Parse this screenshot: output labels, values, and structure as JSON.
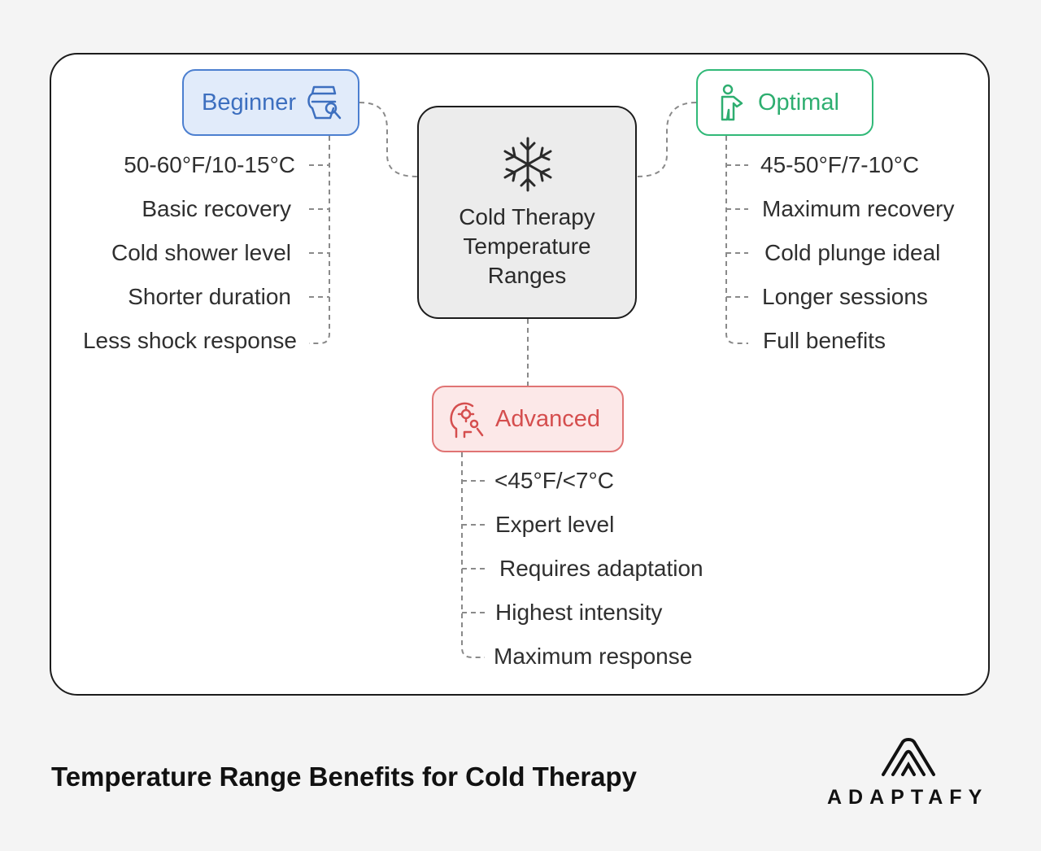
{
  "diagram": {
    "center_title": "Cold Therapy\nTemperature\nRanges",
    "center_icon": "snowflake-icon",
    "branches": {
      "beginner": {
        "label": "Beginner",
        "icon": "bucket-water-icon",
        "color": "#4c7fd0",
        "items": [
          "50-60°F/10-15°C",
          "Basic recovery",
          "Cold shower level",
          "Shorter duration",
          "Less shock response"
        ]
      },
      "optimal": {
        "label": "Optimal",
        "icon": "person-icon",
        "color": "#31b978",
        "items": [
          "45-50°F/7-10°C",
          "Maximum recovery",
          "Cold plunge ideal",
          "Longer sessions",
          "Full benefits"
        ]
      },
      "advanced": {
        "label": "Advanced",
        "icon": "head-gears-icon",
        "color": "#e07474",
        "items": [
          "<45°F/<7°C",
          "Expert level",
          "Requires adaptation",
          "Highest intensity",
          "Maximum response"
        ]
      }
    }
  },
  "footer": {
    "title": "Temperature Range Benefits for Cold Therapy",
    "brand_name": "ADAPTAFY",
    "brand_icon": "adaptafy-logo-icon"
  }
}
